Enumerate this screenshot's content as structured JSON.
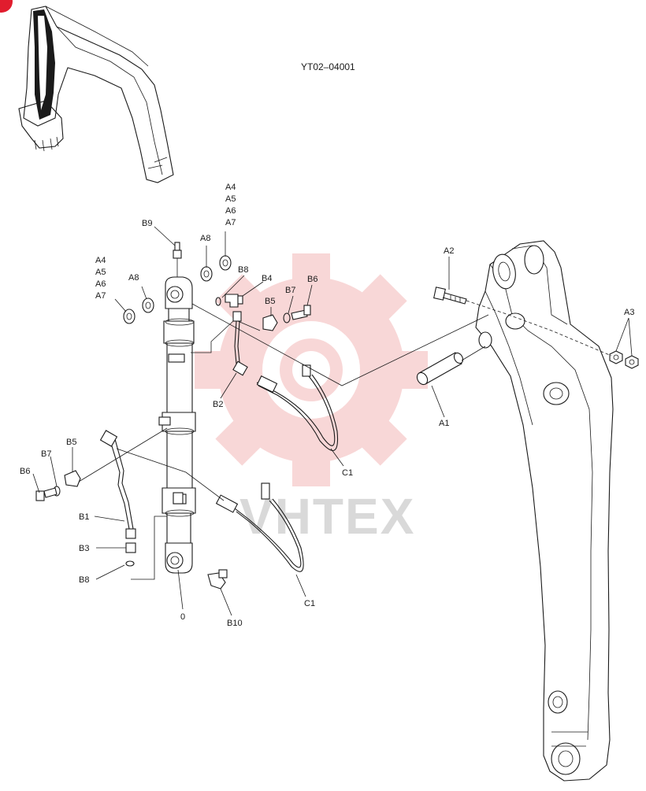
{
  "diagram": {
    "code": "YT02–04001",
    "watermark": "VHTEX",
    "labels": {
      "B9": "B9",
      "A8_top": "A8",
      "A4_top": "A4",
      "A5_top": "A5",
      "A6_top": "A6",
      "A7_top": "A7",
      "A4_left": "A4",
      "A5_left": "A5",
      "A6_left": "A6",
      "A7_left": "A7",
      "A8_left": "A8",
      "B8_top": "B8",
      "B4": "B4",
      "B5_top": "B5",
      "B7_top": "B7",
      "B6_top": "B6",
      "A2": "A2",
      "A3": "A3",
      "A1": "A1",
      "B2": "B2",
      "C1_top": "C1",
      "C1_bottom": "C1",
      "B5_left": "B5",
      "B7_left": "B7",
      "B6_left": "B6",
      "B1": "B1",
      "B3": "B3",
      "B8_left": "B8",
      "zero": "0",
      "B10": "B10"
    },
    "colors": {
      "line": "#1a1a1a",
      "watermark_gear": "#f4b8b8",
      "badge": "#e11d2e"
    }
  }
}
